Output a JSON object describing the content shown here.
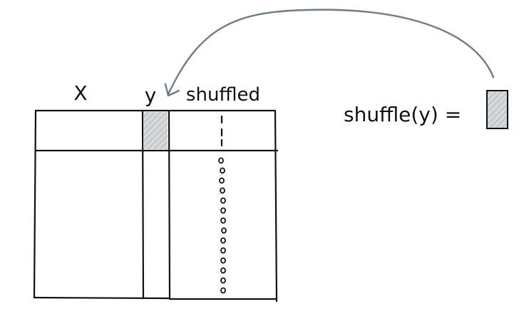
{
  "labels": {
    "x": "X",
    "y": "y",
    "shuffled": "shuffled",
    "function": "shuffle(y) ="
  },
  "colors": {
    "ink": "#111111",
    "arrow": "#6f7b86",
    "shade": "#c9cdcf"
  }
}
